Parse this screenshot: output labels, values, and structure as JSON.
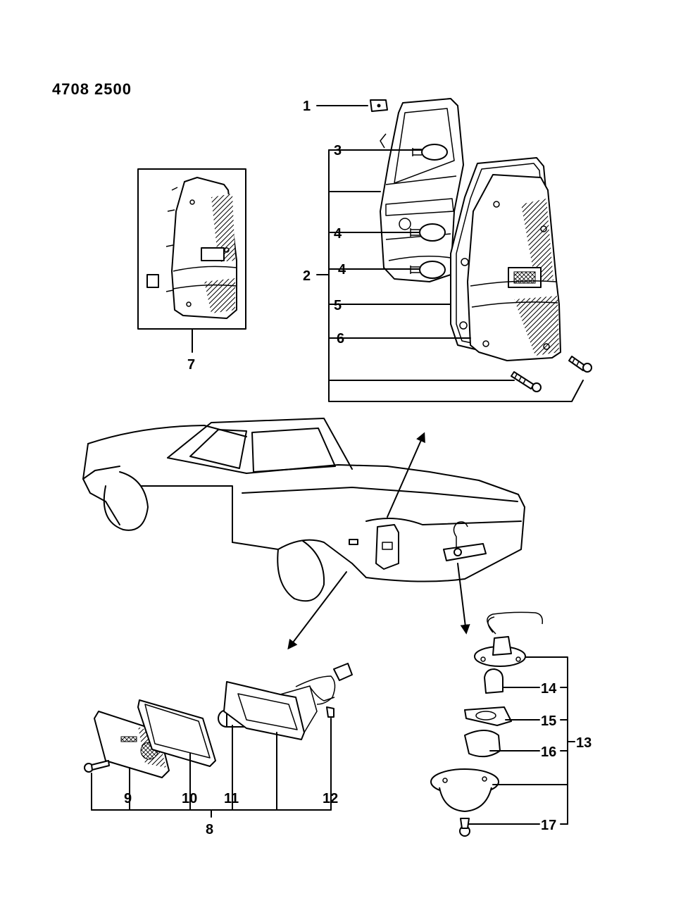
{
  "diagram_code": "4708 2500",
  "callouts": {
    "c1": "1",
    "c2": "2",
    "c3": "3",
    "c4a": "4",
    "c4b": "4",
    "c5": "5",
    "c6": "6",
    "c7": "7",
    "c8": "8",
    "c9": "9",
    "c10": "10",
    "c11": "11",
    "c12": "12",
    "c13": "13",
    "c14": "14",
    "c15": "15",
    "c16": "16",
    "c17": "17"
  }
}
